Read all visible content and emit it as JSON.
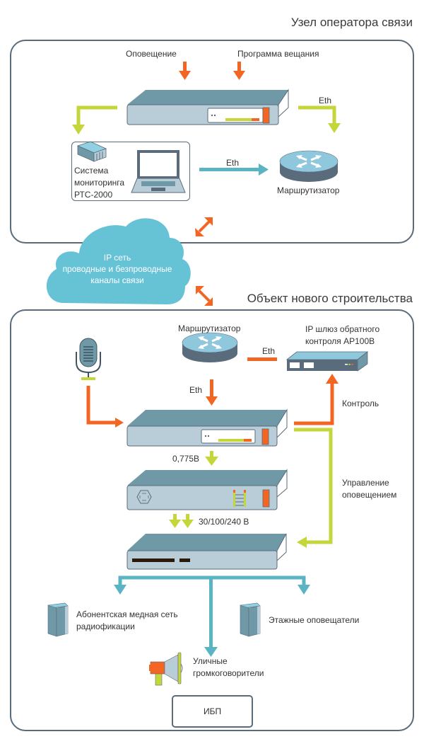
{
  "colors": {
    "orange": "#f26522",
    "lime": "#c5d63b",
    "teal": "#5ab4c4",
    "cloud": "#66c3d6",
    "device_top": "#6f99a6",
    "device_front": "#b8cdd8",
    "border": "#5a6b7b"
  },
  "operator_node": {
    "title": "Узел оператора связи",
    "inputs": [
      "Оповещение",
      "Программа вещания"
    ],
    "eth_right": "Eth",
    "eth_bottom": "Eth",
    "monitoring": {
      "line1": "Система",
      "line2": "мониторинга",
      "line3": "РТС-2000"
    },
    "router": "Маршрутизатор"
  },
  "cloud": {
    "line1": "IP сеть",
    "line2": "проводные и безпроводные",
    "line3": "каналы связи"
  },
  "construction_site": {
    "title": "Объект нового строительства",
    "router": "Маршрутизатор",
    "eth_router_gateway": "Eth",
    "eth_router_down": "Eth",
    "gateway": {
      "line1": "IP шлюз обратного",
      "line2": "контроля АР100В"
    },
    "control": "Контроль",
    "voltage_line": "0,775В",
    "voltage_out": "30/100/240 В",
    "alert_control": {
      "line1": "Управление",
      "line2": "оповещением"
    },
    "subscriber_network": {
      "line1": "Абонентская медная сеть",
      "line2": "радиофикации"
    },
    "floor_alerters": "Этажные оповещатели",
    "street_speakers": {
      "line1": "Уличные",
      "line2": "громкоговорители"
    },
    "ups": "ИБП"
  }
}
